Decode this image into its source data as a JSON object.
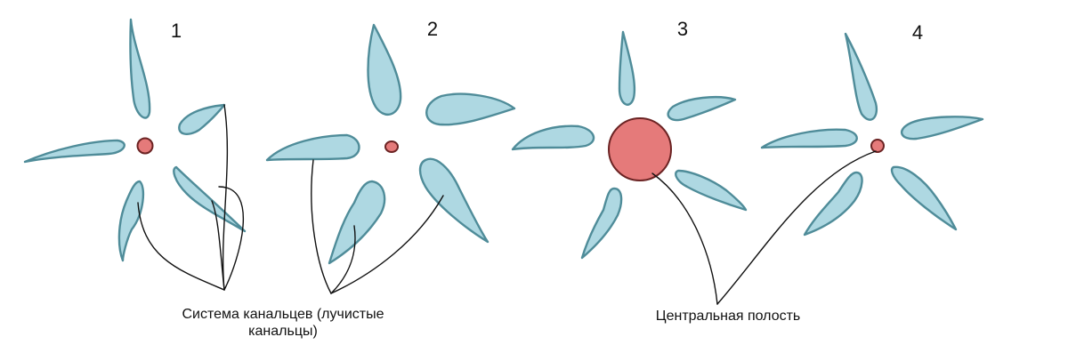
{
  "stages": [
    {
      "label": "1"
    },
    {
      "label": "2"
    },
    {
      "label": "3"
    },
    {
      "label": "4"
    }
  ],
  "labels": {
    "canals_line1": "Система канальцев (лучистые",
    "canals_line2": "канальцы)",
    "central_cavity": "Центральная полость"
  },
  "colors": {
    "canal_fill": "#aed8e2",
    "canal_stroke": "#4f8c99",
    "cavity_fill": "#e57a7a",
    "leader_line": "#111111"
  }
}
